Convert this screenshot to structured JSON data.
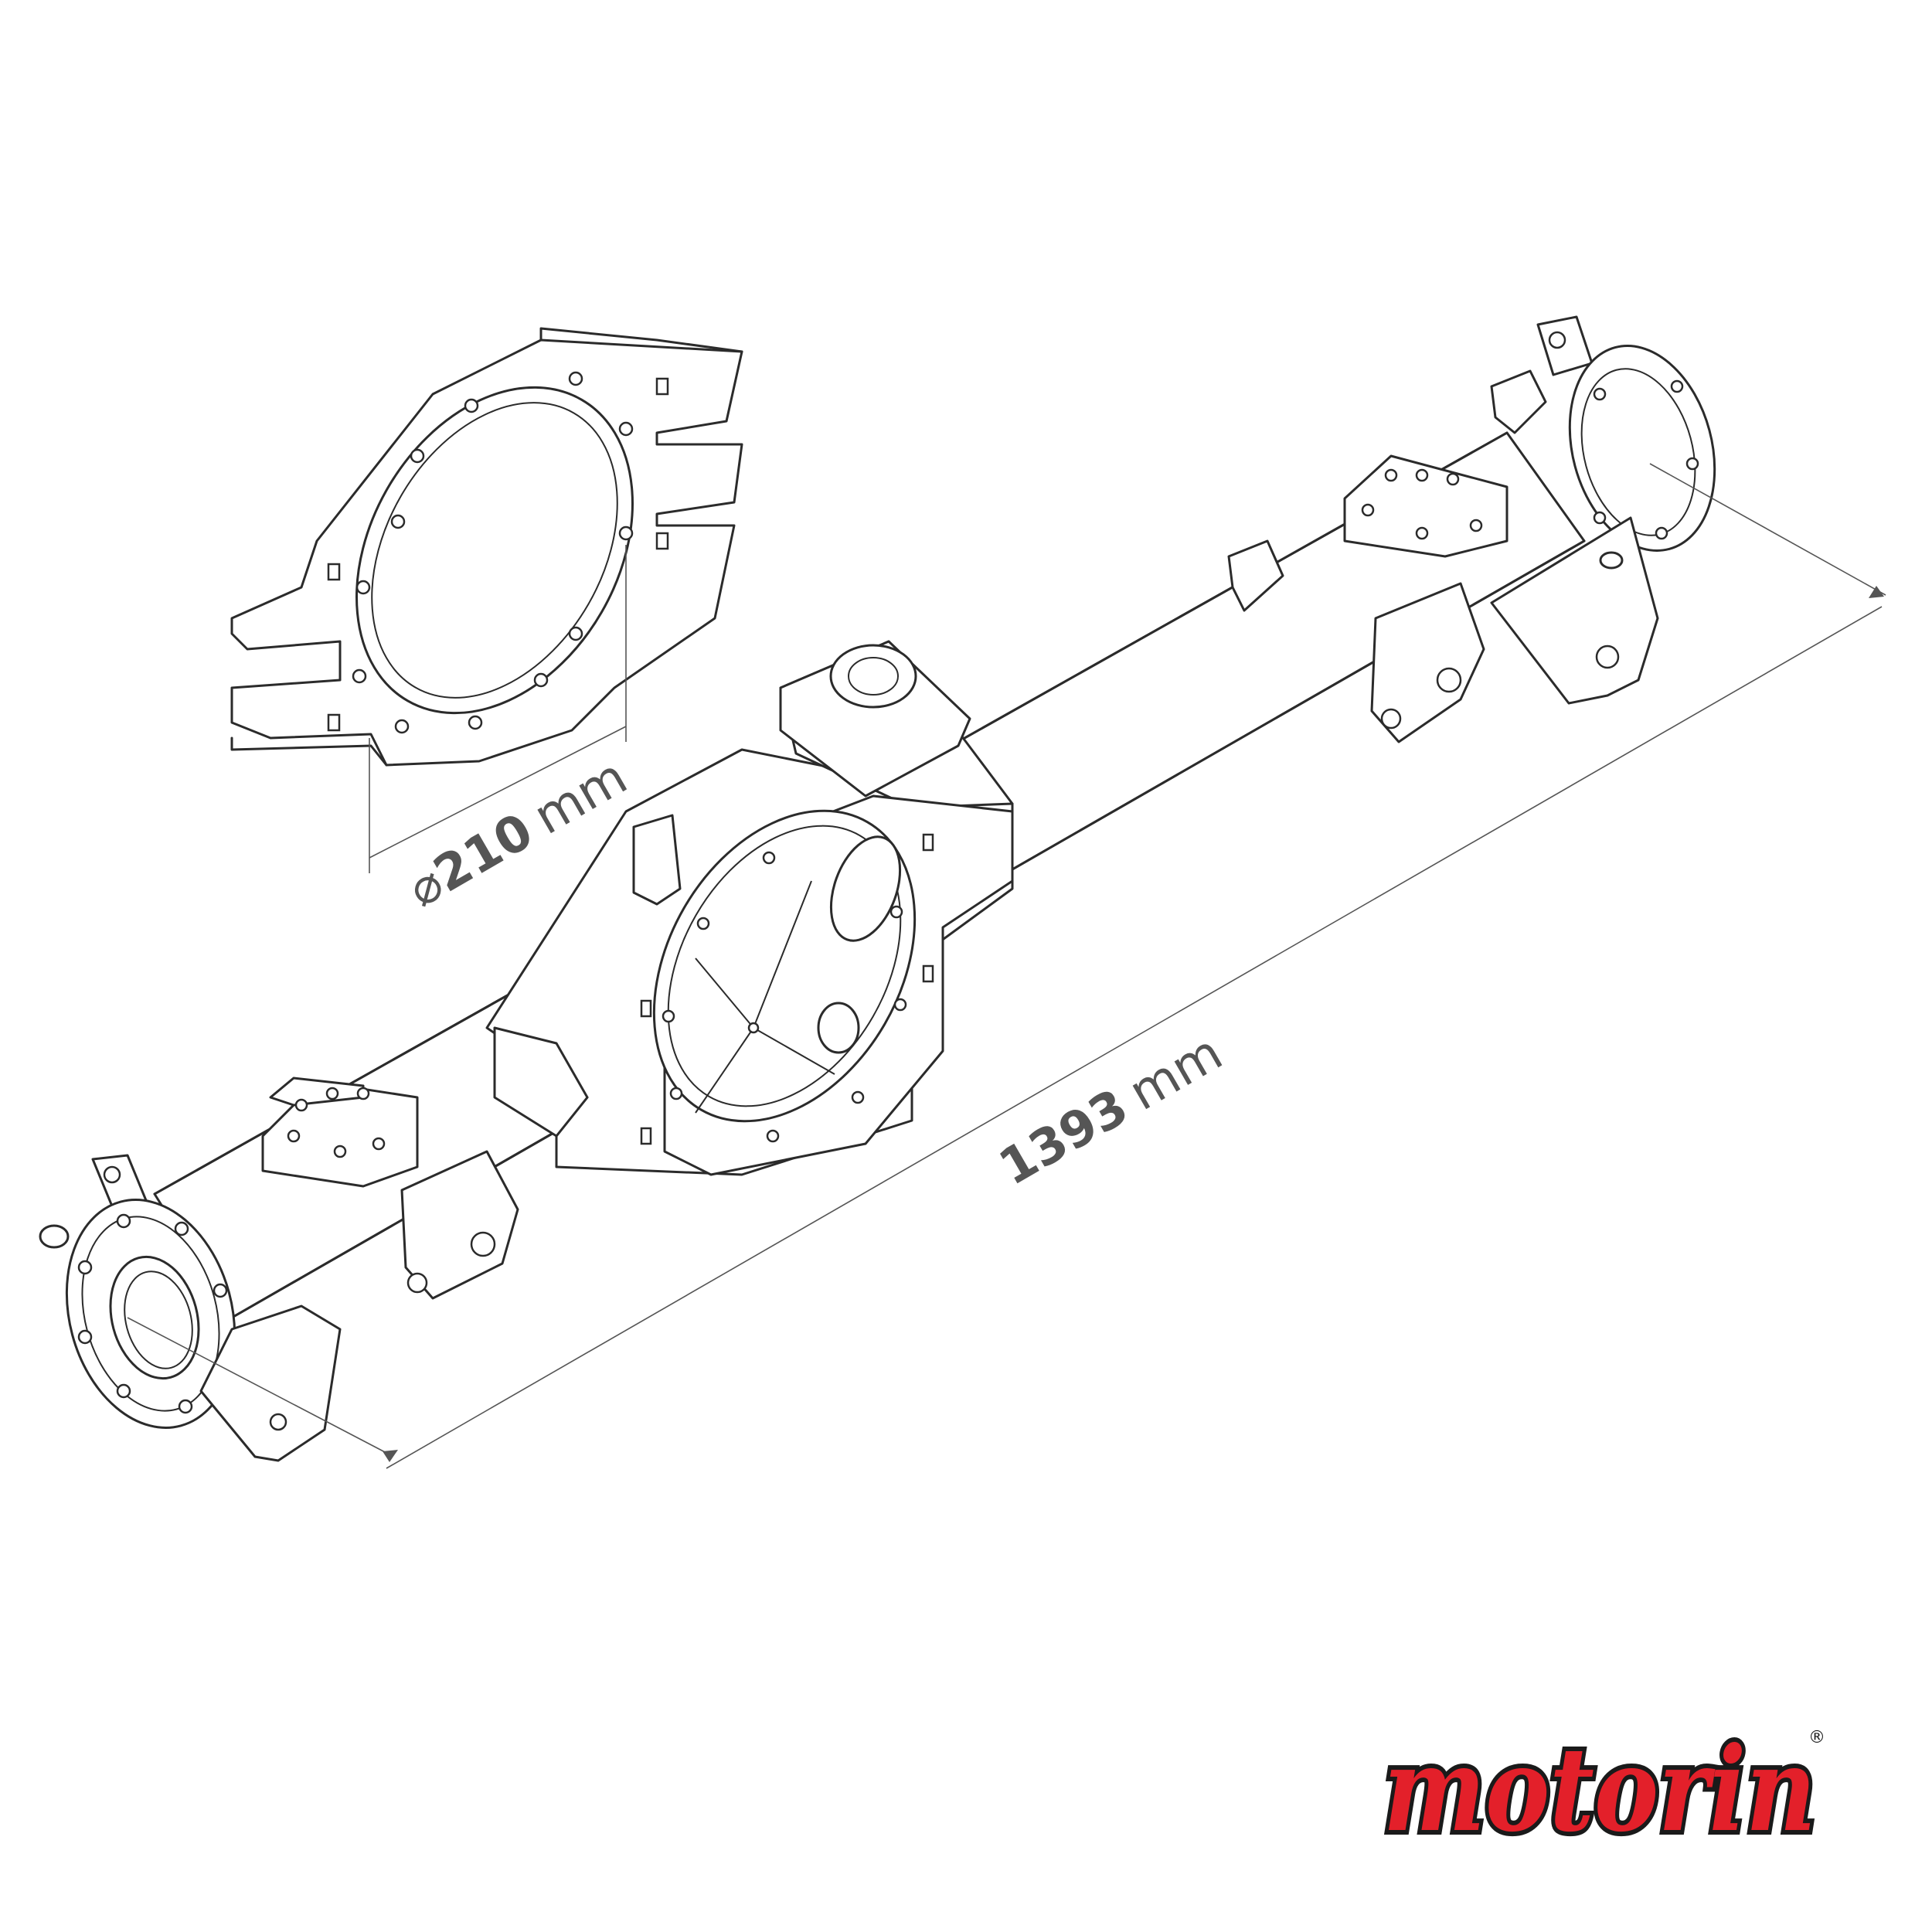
{
  "dimensions": {
    "width": {
      "prefix": "",
      "value": "1393",
      "unit": "mm"
    },
    "diameter": {
      "prefix": "⌀",
      "value": "210",
      "unit": "mm"
    }
  },
  "brand": {
    "name": "motorin",
    "registered": "®",
    "colors": {
      "fill": "#e3202a",
      "outline": "#1a1a1a"
    }
  },
  "colors": {
    "line": "#2b2b2b",
    "dimension": "#555555",
    "background": "#ffffff"
  }
}
